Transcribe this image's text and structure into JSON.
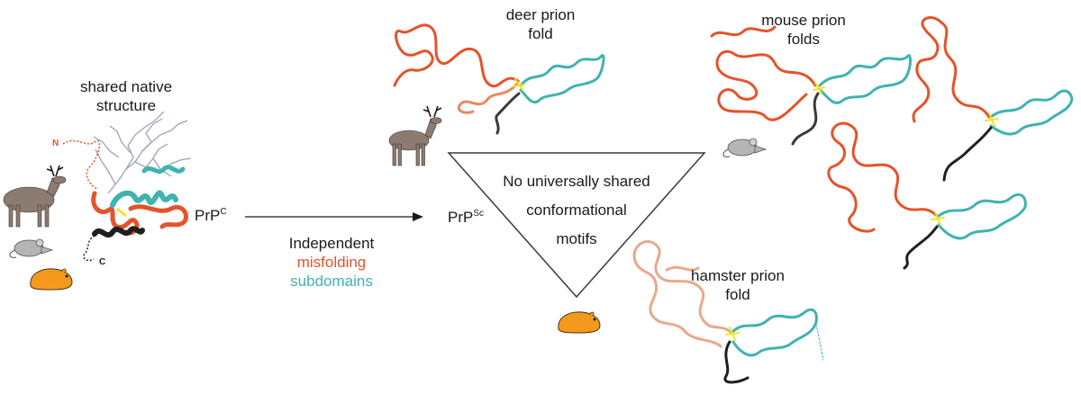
{
  "labels": {
    "shared_native_line1": "shared native",
    "shared_native_line2": "structure",
    "deer_fold_line1": "deer prion",
    "deer_fold_line2": "fold",
    "mouse_fold_line1": "mouse prion",
    "mouse_fold_line2": "folds",
    "hamster_fold_line1": "hamster prion",
    "hamster_fold_line2": "fold",
    "triangle_line1": "No universally shared",
    "triangle_line2": "conformational",
    "triangle_line3": "motifs",
    "arrow_line1": "Independent",
    "arrow_line2": "misfolding",
    "arrow_line3": "subdomains",
    "prpc_base": "PrP",
    "prpc_sup": "C",
    "prpsc_base": "PrP",
    "prpsc_sup": "Sc",
    "n_terminus": "N",
    "c_terminus": "C"
  },
  "colors": {
    "orange_subdomain": "#e5532a",
    "teal_subdomain": "#3fb3b0",
    "light_orange": "#e8a98c",
    "black_tail": "#1f1f1f",
    "disulfide_yellow": "#f2e421",
    "deer_brown": "#8c7b70",
    "mouse_gray": "#b5b5b5",
    "hamster_orange": "#f39a1e"
  },
  "icons": [
    "deer-icon",
    "mouse-icon",
    "hamster-icon",
    "protein-structure-icon",
    "arrow-icon",
    "triangle-icon"
  ]
}
